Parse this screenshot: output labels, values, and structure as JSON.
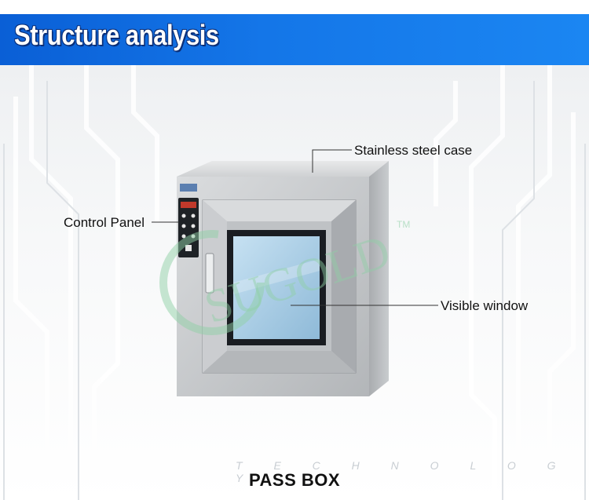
{
  "header": {
    "title": "Structure analysis"
  },
  "callouts": {
    "stainless": "Stainless steel case",
    "control": "Control Panel",
    "window": "Visible window"
  },
  "watermark": {
    "brand": "SUGOLD",
    "tm": "TM"
  },
  "footer": {
    "title": "PASS BOX"
  },
  "faint": {
    "text": "T E C H N O L O G Y"
  },
  "colors": {
    "banner": "#1476e8",
    "steel": "#c4c7ca",
    "glass": "#a9cde6",
    "watermark": "#8fd0a6"
  }
}
